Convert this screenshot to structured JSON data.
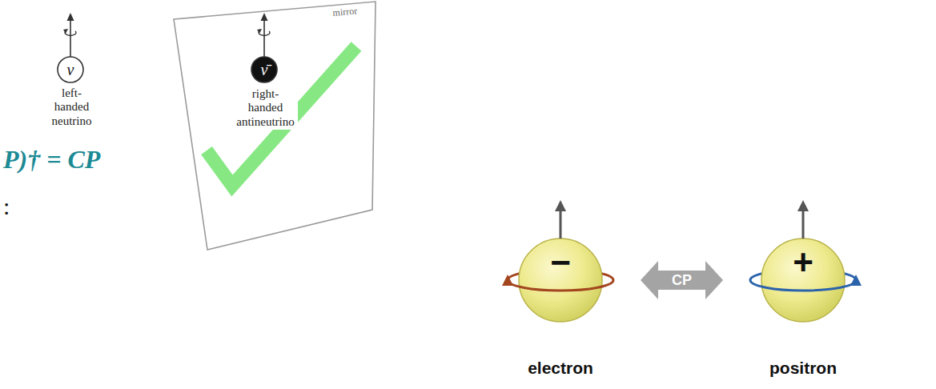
{
  "diagram": {
    "nodes": [
      {
        "text": [
          "ν",
          "left-handed neutrino"
        ]
      },
      {
        "text": [
          "mirror"
        ]
      },
      {
        "text": [
          "ν̄",
          "right-handed antineutrino"
        ],
        "in": 1
      },
      {
        "text": [
          "−",
          "electron"
        ]
      },
      {
        "text": [
          "+",
          "positron"
        ]
      }
    ],
    "edges": [
      {
        "from": 3,
        "to": 4,
        "arrow": "both",
        "label": "CP"
      }
    ],
    "labels": [
      "P)† = CP",
      ":"
    ]
  }
}
